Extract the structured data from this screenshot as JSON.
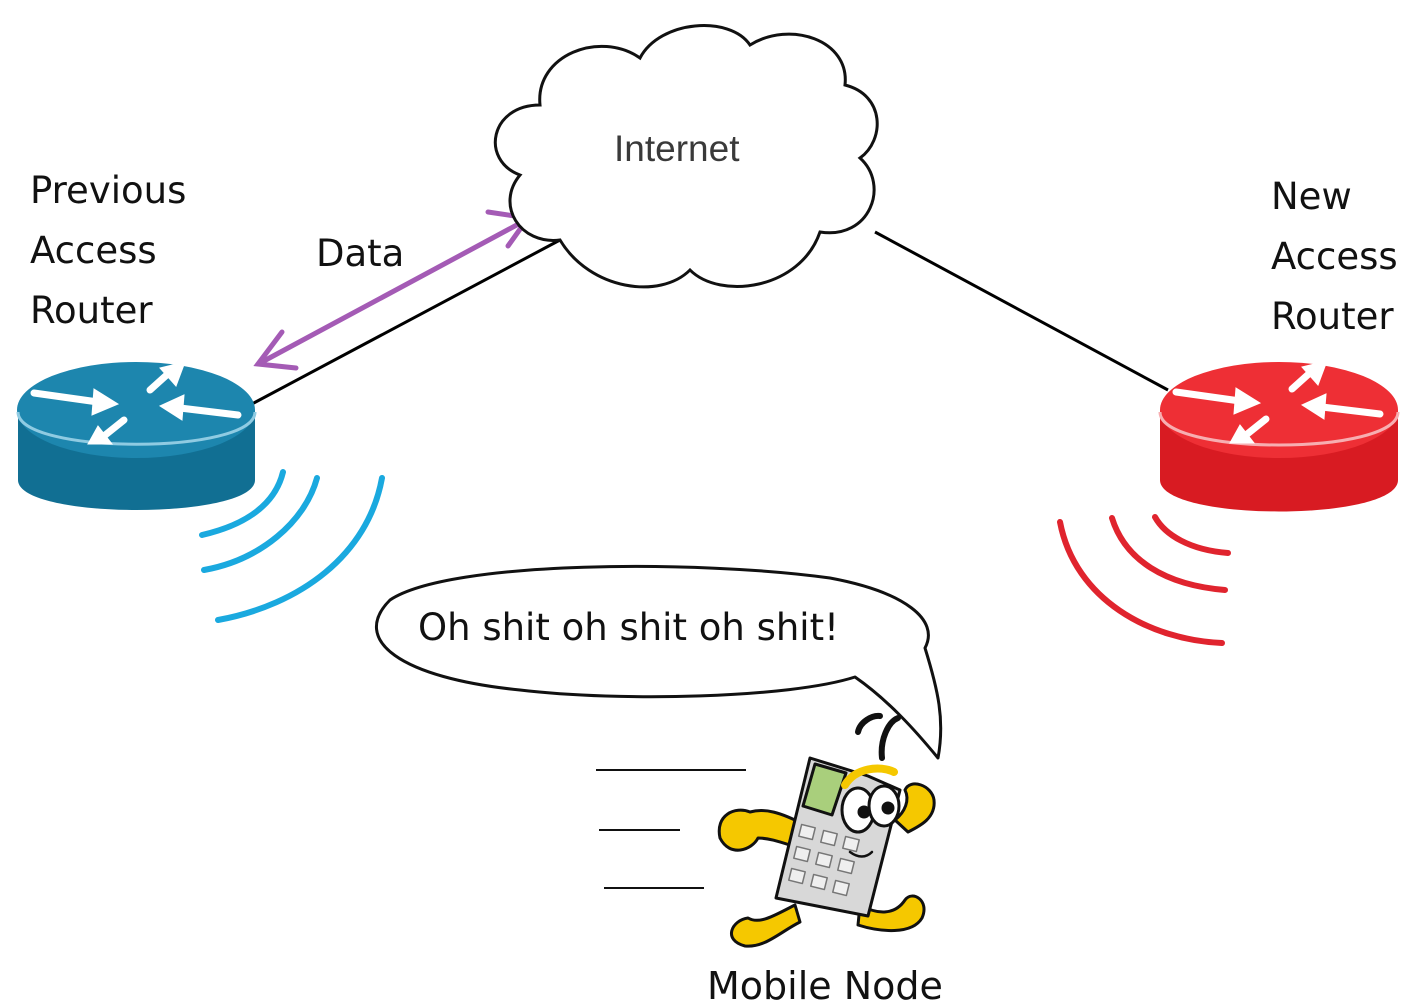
{
  "cloud": {
    "label": "Internet"
  },
  "previous_router": {
    "label_lines": [
      "Previous",
      "Access",
      "Router"
    ],
    "color": "#1b82a8",
    "signal_color": "#1aa9df"
  },
  "new_router": {
    "label_lines": [
      "New",
      "Access",
      "Router"
    ],
    "color": "#e8252b",
    "signal_color": "#e0242e"
  },
  "data_link": {
    "label": "Data",
    "color": "#a45bb5"
  },
  "speech_bubble": {
    "text": "Oh shit oh shit oh shit!"
  },
  "mobile_node": {
    "label": "Mobile Node",
    "icon": "running-calculator-character-icon"
  }
}
